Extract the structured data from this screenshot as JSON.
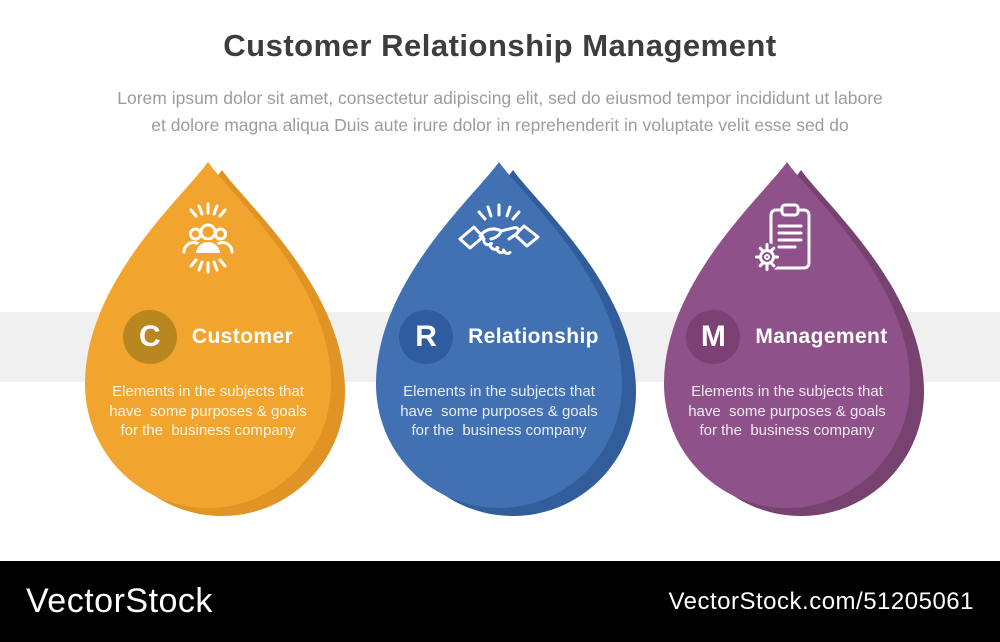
{
  "header": {
    "title": "Customer Relationship Management",
    "subtitle_lines": [
      "Lorem ipsum dolor sit amet, consectetur adipiscing elit, sed do eiusmod tempor incididunt ut labore",
      "et dolore magna aliqua Duis aute irure dolor in reprehenderit in voluptate velit esse sed do"
    ]
  },
  "background": {
    "band": "#f0f0f0"
  },
  "drops": [
    {
      "letter": "C",
      "title": "Customer",
      "icon": "people-group-icon",
      "description_lines": [
        "Elements in the subjects that",
        "have  some purposes & goals",
        "for the  business company"
      ],
      "colors": {
        "main": "#F2A52E",
        "shadow": "#E09425",
        "badge": "#B8871F"
      }
    },
    {
      "letter": "R",
      "title": "Relationship",
      "icon": "handshake-icon",
      "description_lines": [
        "Elements in the subjects that",
        "have  some purposes & goals",
        "for the  business company"
      ],
      "colors": {
        "main": "#4170B3",
        "shadow": "#315D9B",
        "badge": "#2E5C9E"
      }
    },
    {
      "letter": "M",
      "title": "Management",
      "icon": "clipboard-gear-icon",
      "description_lines": [
        "Elements in the subjects that",
        "have  some purposes & goals",
        "for the  business company"
      ],
      "colors": {
        "main": "#8F5189",
        "shadow": "#784270",
        "badge": "#7B4173"
      }
    }
  ],
  "watermark": {
    "brand": "VectorStock",
    "url": "VectorStock.com/51205061",
    "colors": {
      "bar": "#000000"
    }
  }
}
